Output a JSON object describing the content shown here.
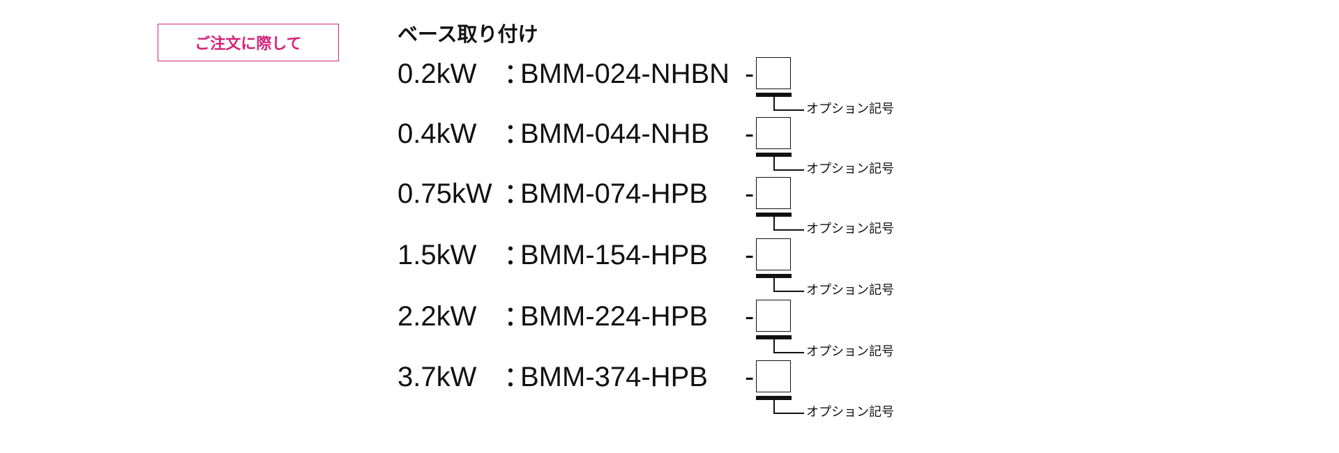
{
  "order_notice": {
    "label": "ご注文に際して"
  },
  "section": {
    "title": "ベース取り付け"
  },
  "rows": [
    {
      "power": "0.2kW",
      "colon": "：",
      "model": "BMM-024-NHBN",
      "dash": "-",
      "option_label": "オプション記号"
    },
    {
      "power": "0.4kW",
      "colon": "：",
      "model": "BMM-044-NHB",
      "dash": "-",
      "option_label": "オプション記号"
    },
    {
      "power": "0.75kW",
      "colon": "：",
      "model": "BMM-074-HPB",
      "dash": "-",
      "option_label": "オプション記号"
    },
    {
      "power": "1.5kW",
      "colon": "：",
      "model": "BMM-154-HPB",
      "dash": "-",
      "option_label": "オプション記号"
    },
    {
      "power": "2.2kW",
      "colon": "：",
      "model": "BMM-224-HPB",
      "dash": "-",
      "option_label": "オプション記号"
    },
    {
      "power": "3.7kW",
      "colon": "：",
      "model": "BMM-374-HPB",
      "dash": "-",
      "option_label": "オプション記号"
    }
  ],
  "colors": {
    "accent": "#d4237a",
    "text": "#111111",
    "background": "#ffffff"
  }
}
